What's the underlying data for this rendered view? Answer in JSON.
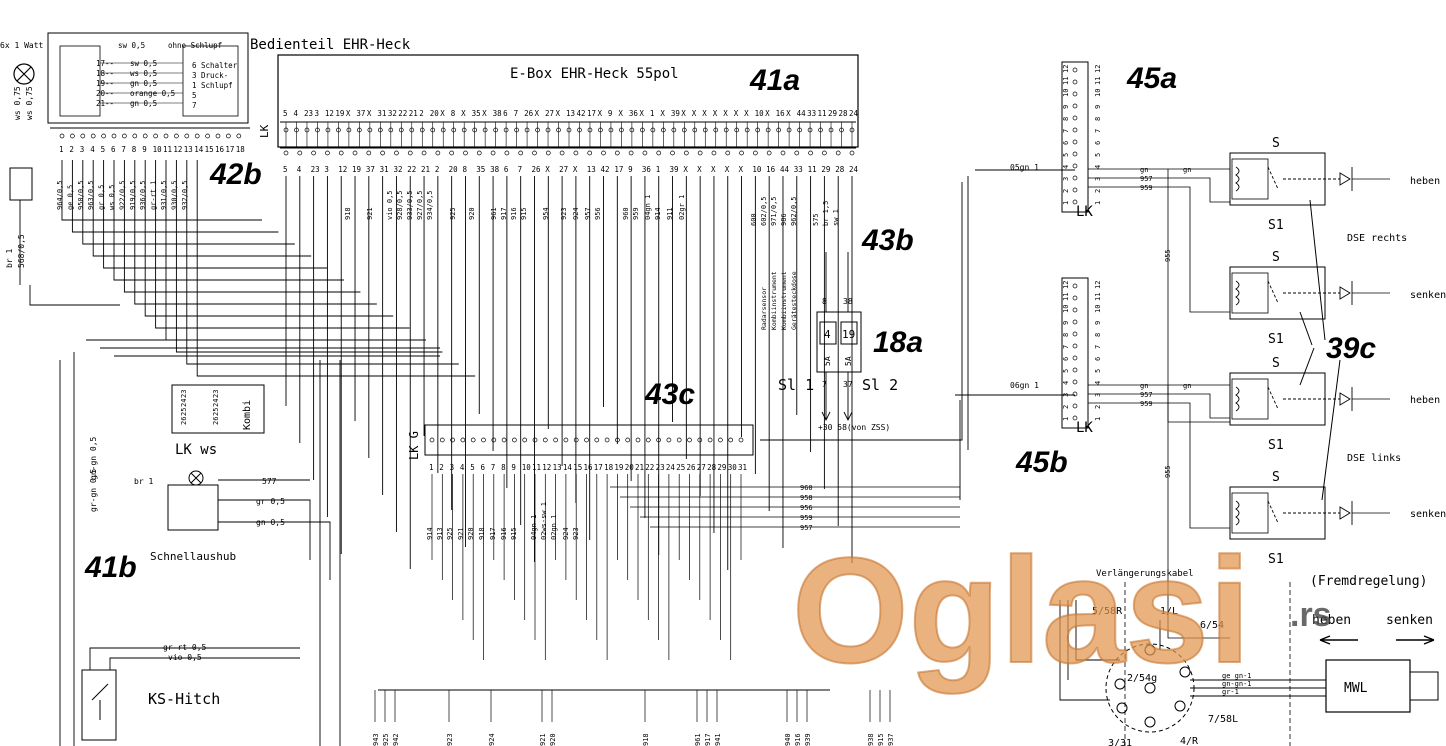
{
  "title": "Bedienteil EHR-Heck",
  "ebox": {
    "title": "E-Box EHR-Heck 55pol",
    "connector": "LK",
    "pins_top": [
      "5",
      "4",
      "23",
      "3",
      "12",
      "19",
      "X",
      "37",
      "X",
      "31",
      "32",
      "22",
      "21",
      "2",
      "20",
      "X",
      "8",
      "X",
      "35",
      "X",
      "38",
      "6",
      "7",
      "26",
      "X",
      "27",
      "X",
      "13",
      "42",
      "17",
      "X",
      "9",
      "X",
      "36",
      "X",
      "1",
      "X",
      "39",
      "X",
      "X",
      "X",
      "X",
      "X",
      "X",
      "X",
      "10",
      "X",
      "16",
      "X",
      "44",
      "33",
      "11",
      "29",
      "28",
      "24"
    ],
    "pins_bottom": [
      "5",
      "4",
      "23",
      "3",
      "12",
      "19",
      "37",
      "31",
      "32",
      "22",
      "21",
      "2",
      "20",
      "8",
      "35",
      "38",
      "6",
      "7",
      "26",
      "X",
      "27",
      "X",
      "13",
      "42",
      "17",
      "9",
      "36",
      "1",
      "39",
      "X",
      "X",
      "X",
      "X",
      "X",
      "10",
      "16",
      "44",
      "33",
      "11",
      "29",
      "28",
      "24"
    ]
  },
  "wires_upper_left": [
    "964/0,5",
    "ge 0,5",
    "950/0,5",
    "963/0,5",
    "gr 0,5",
    "ws 0,5",
    "922/0,5",
    "919/0,5",
    "936/0,5",
    "gr-rt 1",
    "931/0,5",
    "930/0,5",
    "932/0,5"
  ],
  "wires_mid": [
    "918",
    "921",
    "vio 0,5",
    "928/0,5",
    "933/0,5",
    "927/0,5",
    "934/0,5",
    "925",
    "920",
    "961",
    "917",
    "916",
    "915",
    "954",
    "923",
    "924",
    "957",
    "956",
    "960",
    "959",
    "04gn 1",
    "914",
    "911",
    "02gr 1"
  ],
  "wires_right": [
    "600",
    "602/0,5",
    "971/0,5",
    "986",
    "962/0,5",
    "575",
    "br 1,5",
    "sw 1"
  ],
  "devices": [
    "Radarsensor",
    "Kombiinstrument",
    "Kombiinstrument",
    "Gerätesteckdose"
  ],
  "switch_box": {
    "rows": [
      "sw 0,5",
      "ohne Schlupf",
      "17--",
      "sw 0,5",
      "18--",
      "ws 0,5",
      "19--",
      "gn 0,5",
      "20--",
      "orange 0,5",
      "21--",
      "gn 0,5"
    ],
    "right_labels": [
      "6 Schalter",
      "3 Druck-",
      "1 Schlupf",
      "5",
      "7"
    ],
    "pins": [
      "1",
      "2",
      "3",
      "4",
      "5",
      "6",
      "7",
      "8",
      "9",
      "10",
      "11",
      "12",
      "13",
      "14",
      "15",
      "16",
      "17",
      "18"
    ]
  },
  "lamp": {
    "label": "6x 1 Watt",
    "wires": [
      "ws 0,75",
      "ws 0,75"
    ]
  },
  "misc_left": [
    "br 1",
    "568/0,5",
    "gn-gn 0,5",
    "gr-gn 0,5",
    "br 1",
    "577",
    "gr 0,5",
    "gn 0,5",
    "gr-rt 0,5",
    "vio 0,5",
    "Schnellaushub",
    "KS-Hitch"
  ],
  "kombi": {
    "label": "Kombi",
    "ws": "LK ws",
    "pins": [
      "23",
      "24",
      "25",
      "26"
    ]
  },
  "lk_g": {
    "label": "LK G",
    "pins": [
      "1",
      "2",
      "3",
      "4",
      "5",
      "6",
      "7",
      "8",
      "9",
      "10",
      "11",
      "12",
      "13",
      "14",
      "15",
      "16",
      "17",
      "18",
      "19",
      "20",
      "21",
      "22",
      "23",
      "24",
      "25",
      "26",
      "27",
      "28",
      "29",
      "30",
      "31"
    ],
    "wires_below": [
      "914",
      "913",
      "925",
      "921",
      "920",
      "918",
      "917",
      "916",
      "915",
      "04gn 1",
      "02ws-sw 1",
      "02gn 1",
      "924",
      "923"
    ],
    "wires_right": [
      "960",
      "958",
      "956",
      "959",
      "957"
    ]
  },
  "fuses": {
    "sl1": "Sl 1",
    "sl2": "Sl 2",
    "f1": "4",
    "f2": "19",
    "rating": "5A",
    "pin_a": "8",
    "pin_b": "38",
    "out_a": "7",
    "out_b": "37",
    "supply": "+30  58(von ZSS)"
  },
  "lk_right": {
    "label": "LK",
    "pins": [
      "1",
      "2",
      "3",
      "4",
      "5",
      "6",
      "7",
      "8",
      "9",
      "10",
      "11",
      "12"
    ],
    "wires": [
      "05gn 1",
      "06gn 1",
      "gn",
      "957",
      "959",
      "955",
      "gn"
    ]
  },
  "valves": [
    {
      "side": "DSE rechts",
      "a": "heben",
      "b": "senken"
    },
    {
      "side": "DSE links",
      "a": "heben",
      "b": "senken"
    }
  ],
  "valve_labels": {
    "s": "S",
    "s1": "S1"
  },
  "mwl": {
    "label": "MWL",
    "cable": "Verlängerungskabel",
    "fremd": "(Fremdregelung)",
    "heben": "heben",
    "senken": "senken",
    "socket_pins": [
      "1/L",
      "5/58R",
      "6/54",
      "2/54g",
      "7/58L",
      "4/R",
      "3/31"
    ],
    "wires": [
      "ge gn-1",
      "gn-gn-1",
      "gr-1",
      "gr-1"
    ]
  },
  "bottom_wires": [
    "943",
    "925",
    "942",
    "923",
    "924",
    "921",
    "920",
    "918",
    "961",
    "917",
    "941",
    "940",
    "916",
    "939",
    "938",
    "915",
    "937"
  ],
  "refs": [
    "41a",
    "42b",
    "43b",
    "18a",
    "43c",
    "45a",
    "45b",
    "39c",
    "41b"
  ],
  "watermark": {
    "main": "Oglasi",
    "tld": ".rs"
  }
}
